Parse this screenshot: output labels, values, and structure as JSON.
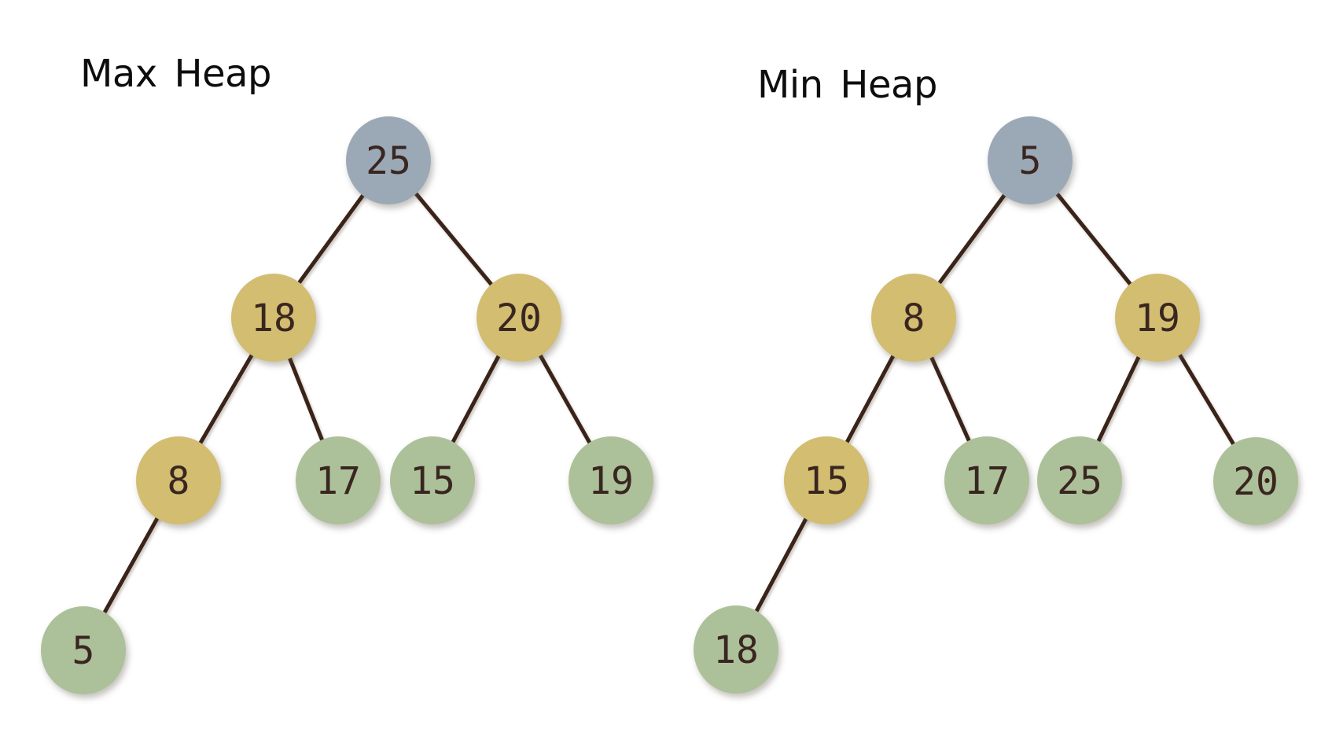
{
  "colors": {
    "background": "#ffffff",
    "title_text": "#0d0d0d",
    "node_text": "#3a2620",
    "edge_color": "#3a2318",
    "node_root": "#9ba9b7",
    "node_internal": "#d2bd71",
    "node_leaf": "#acc19a"
  },
  "max_heap": {
    "title": "Max Heap",
    "nodes": [
      {
        "value": "25",
        "role": "root"
      },
      {
        "value": "18",
        "role": "internal"
      },
      {
        "value": "20",
        "role": "internal"
      },
      {
        "value": "8",
        "role": "internal"
      },
      {
        "value": "17",
        "role": "leaf"
      },
      {
        "value": "15",
        "role": "leaf"
      },
      {
        "value": "19",
        "role": "leaf"
      },
      {
        "value": "5",
        "role": "leaf"
      }
    ],
    "edges": [
      "25-18",
      "25-20",
      "18-8",
      "18-17",
      "20-15",
      "20-19",
      "8-5"
    ]
  },
  "min_heap": {
    "title": "Min Heap",
    "nodes": [
      {
        "value": "5",
        "role": "root"
      },
      {
        "value": "8",
        "role": "internal"
      },
      {
        "value": "19",
        "role": "internal"
      },
      {
        "value": "15",
        "role": "internal"
      },
      {
        "value": "17",
        "role": "leaf"
      },
      {
        "value": "25",
        "role": "leaf"
      },
      {
        "value": "20",
        "role": "leaf"
      },
      {
        "value": "18",
        "role": "leaf"
      }
    ],
    "edges": [
      "5-8",
      "5-19",
      "8-15",
      "8-17",
      "19-25",
      "19-20",
      "15-18"
    ]
  }
}
